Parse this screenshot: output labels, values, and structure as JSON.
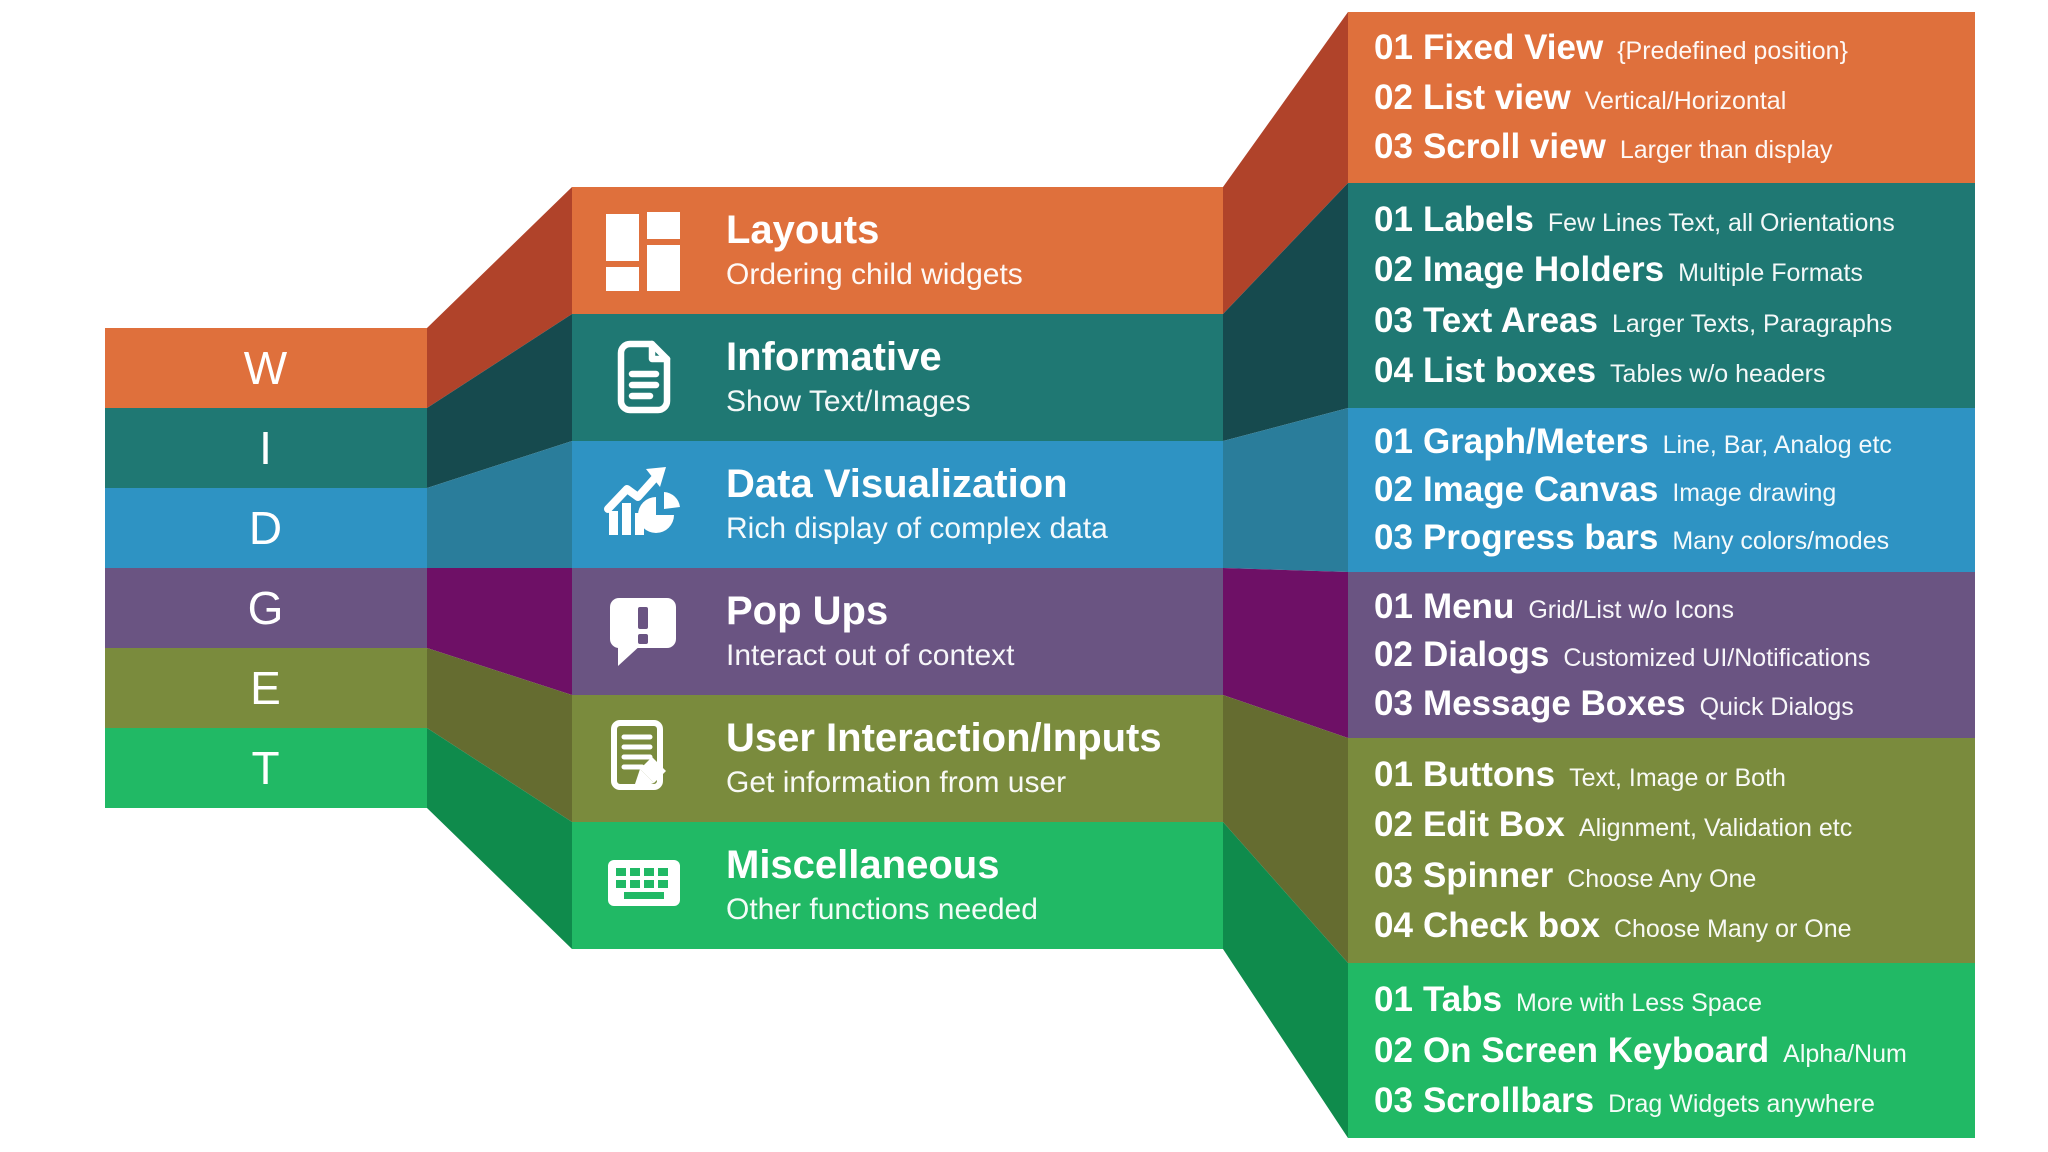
{
  "left_column": {
    "letters": [
      "W",
      "I",
      "D",
      "G",
      "E",
      "T"
    ]
  },
  "categories": [
    {
      "title": "Layouts",
      "subtitle": "Ordering child widgets",
      "icon": "layout-grid-icon",
      "color": "#DF703C",
      "connector_color": "#B0432A",
      "items": [
        {
          "num": "01",
          "name": "Fixed View",
          "desc": "{Predefined position}"
        },
        {
          "num": "02",
          "name": "List view",
          "desc": "Vertical/Horizontal"
        },
        {
          "num": "03",
          "name": "Scroll view",
          "desc": "Larger than display"
        }
      ]
    },
    {
      "title": "Informative",
      "subtitle": "Show Text/Images",
      "icon": "document-icon",
      "color": "#1F7873",
      "connector_color": "#164A4E",
      "items": [
        {
          "num": "01",
          "name": "Labels",
          "desc": "Few Lines Text, all Orientations"
        },
        {
          "num": "02",
          "name": "Image Holders",
          "desc": "Multiple Formats"
        },
        {
          "num": "03",
          "name": "Text Areas",
          "desc": "Larger Texts, Paragraphs"
        },
        {
          "num": "04",
          "name": "List boxes",
          "desc": "Tables w/o headers"
        }
      ]
    },
    {
      "title": "Data Visualization",
      "subtitle": "Rich display of complex data",
      "icon": "chart-growth-icon",
      "color": "#2E93C3",
      "connector_color": "#2A7D9B",
      "items": [
        {
          "num": "01",
          "name": "Graph/Meters",
          "desc": "Line, Bar, Analog etc"
        },
        {
          "num": "02",
          "name": "Image Canvas",
          "desc": "Image drawing"
        },
        {
          "num": "03",
          "name": "Progress bars",
          "desc": "Many colors/modes"
        }
      ]
    },
    {
      "title": "Pop Ups",
      "subtitle": "Interact out of context",
      "icon": "popup-exclamation-icon",
      "color": "#6A5482",
      "connector_color": "#6E1066",
      "items": [
        {
          "num": "01",
          "name": "Menu",
          "desc": "Grid/List w/o Icons"
        },
        {
          "num": "02",
          "name": "Dialogs",
          "desc": "Customized UI/Notifications"
        },
        {
          "num": "03",
          "name": "Message Boxes",
          "desc": "Quick Dialogs"
        }
      ]
    },
    {
      "title": "User Interaction/Inputs",
      "subtitle": "Get information from user",
      "icon": "form-pencil-icon",
      "color": "#7A8B3D",
      "connector_color": "#656C30",
      "items": [
        {
          "num": "01",
          "name": "Buttons",
          "desc": "Text, Image or Both"
        },
        {
          "num": "02",
          "name": "Edit Box",
          "desc": "Alignment, Validation etc"
        },
        {
          "num": "03",
          "name": "Spinner",
          "desc": "Choose Any One"
        },
        {
          "num": "04",
          "name": "Check box",
          "desc": "Choose Many or One"
        }
      ]
    },
    {
      "title": "Miscellaneous",
      "subtitle": "Other functions needed",
      "icon": "keyboard-icon",
      "color": "#21B965",
      "connector_color": "#0F8B4C",
      "items": [
        {
          "num": "01",
          "name": "Tabs",
          "desc": "More with Less Space"
        },
        {
          "num": "02",
          "name": "On Screen Keyboard",
          "desc": "Alpha/Num"
        },
        {
          "num": "03",
          "name": "Scrollbars",
          "desc": "Drag Widgets anywhere"
        }
      ]
    }
  ]
}
